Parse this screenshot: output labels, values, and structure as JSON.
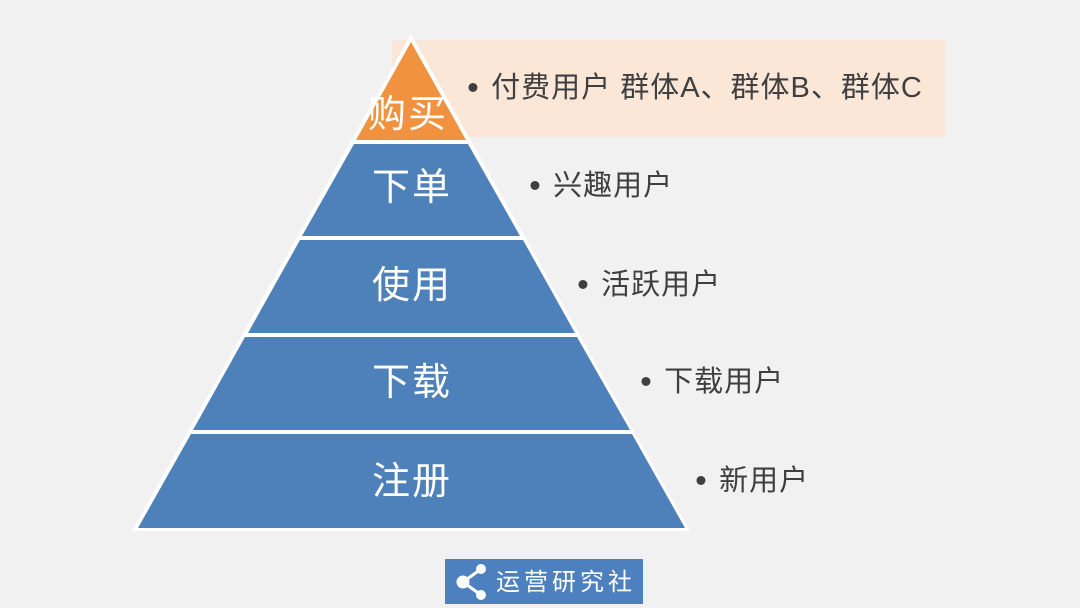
{
  "colors": {
    "background": "#F1F1F2",
    "pyramid_blue": "#4E80B9",
    "pyramid_orange": "#F0923F",
    "highlight_box": "#FBE7D8",
    "outline_white": "#FFFFFF",
    "annotation_text": "#3F3F3F",
    "label_text": "#FFFFFF",
    "logo_badge": "#4D80BE"
  },
  "funnel": {
    "bullet": "•",
    "levels": [
      {
        "label": "购买",
        "annotation": "付费用户 群体A、群体B、群体C",
        "highlighted": true,
        "color_key": "pyramid_orange"
      },
      {
        "label": "下单",
        "annotation": "兴趣用户",
        "highlighted": false,
        "color_key": "pyramid_blue"
      },
      {
        "label": "使用",
        "annotation": "活跃用户",
        "highlighted": false,
        "color_key": "pyramid_blue"
      },
      {
        "label": "下载",
        "annotation": "下载用户",
        "highlighted": false,
        "color_key": "pyramid_blue"
      },
      {
        "label": "注册",
        "annotation": "新用户",
        "highlighted": false,
        "color_key": "pyramid_blue"
      }
    ]
  },
  "logo": {
    "text": "运营研究社",
    "icon": "share-icon"
  }
}
